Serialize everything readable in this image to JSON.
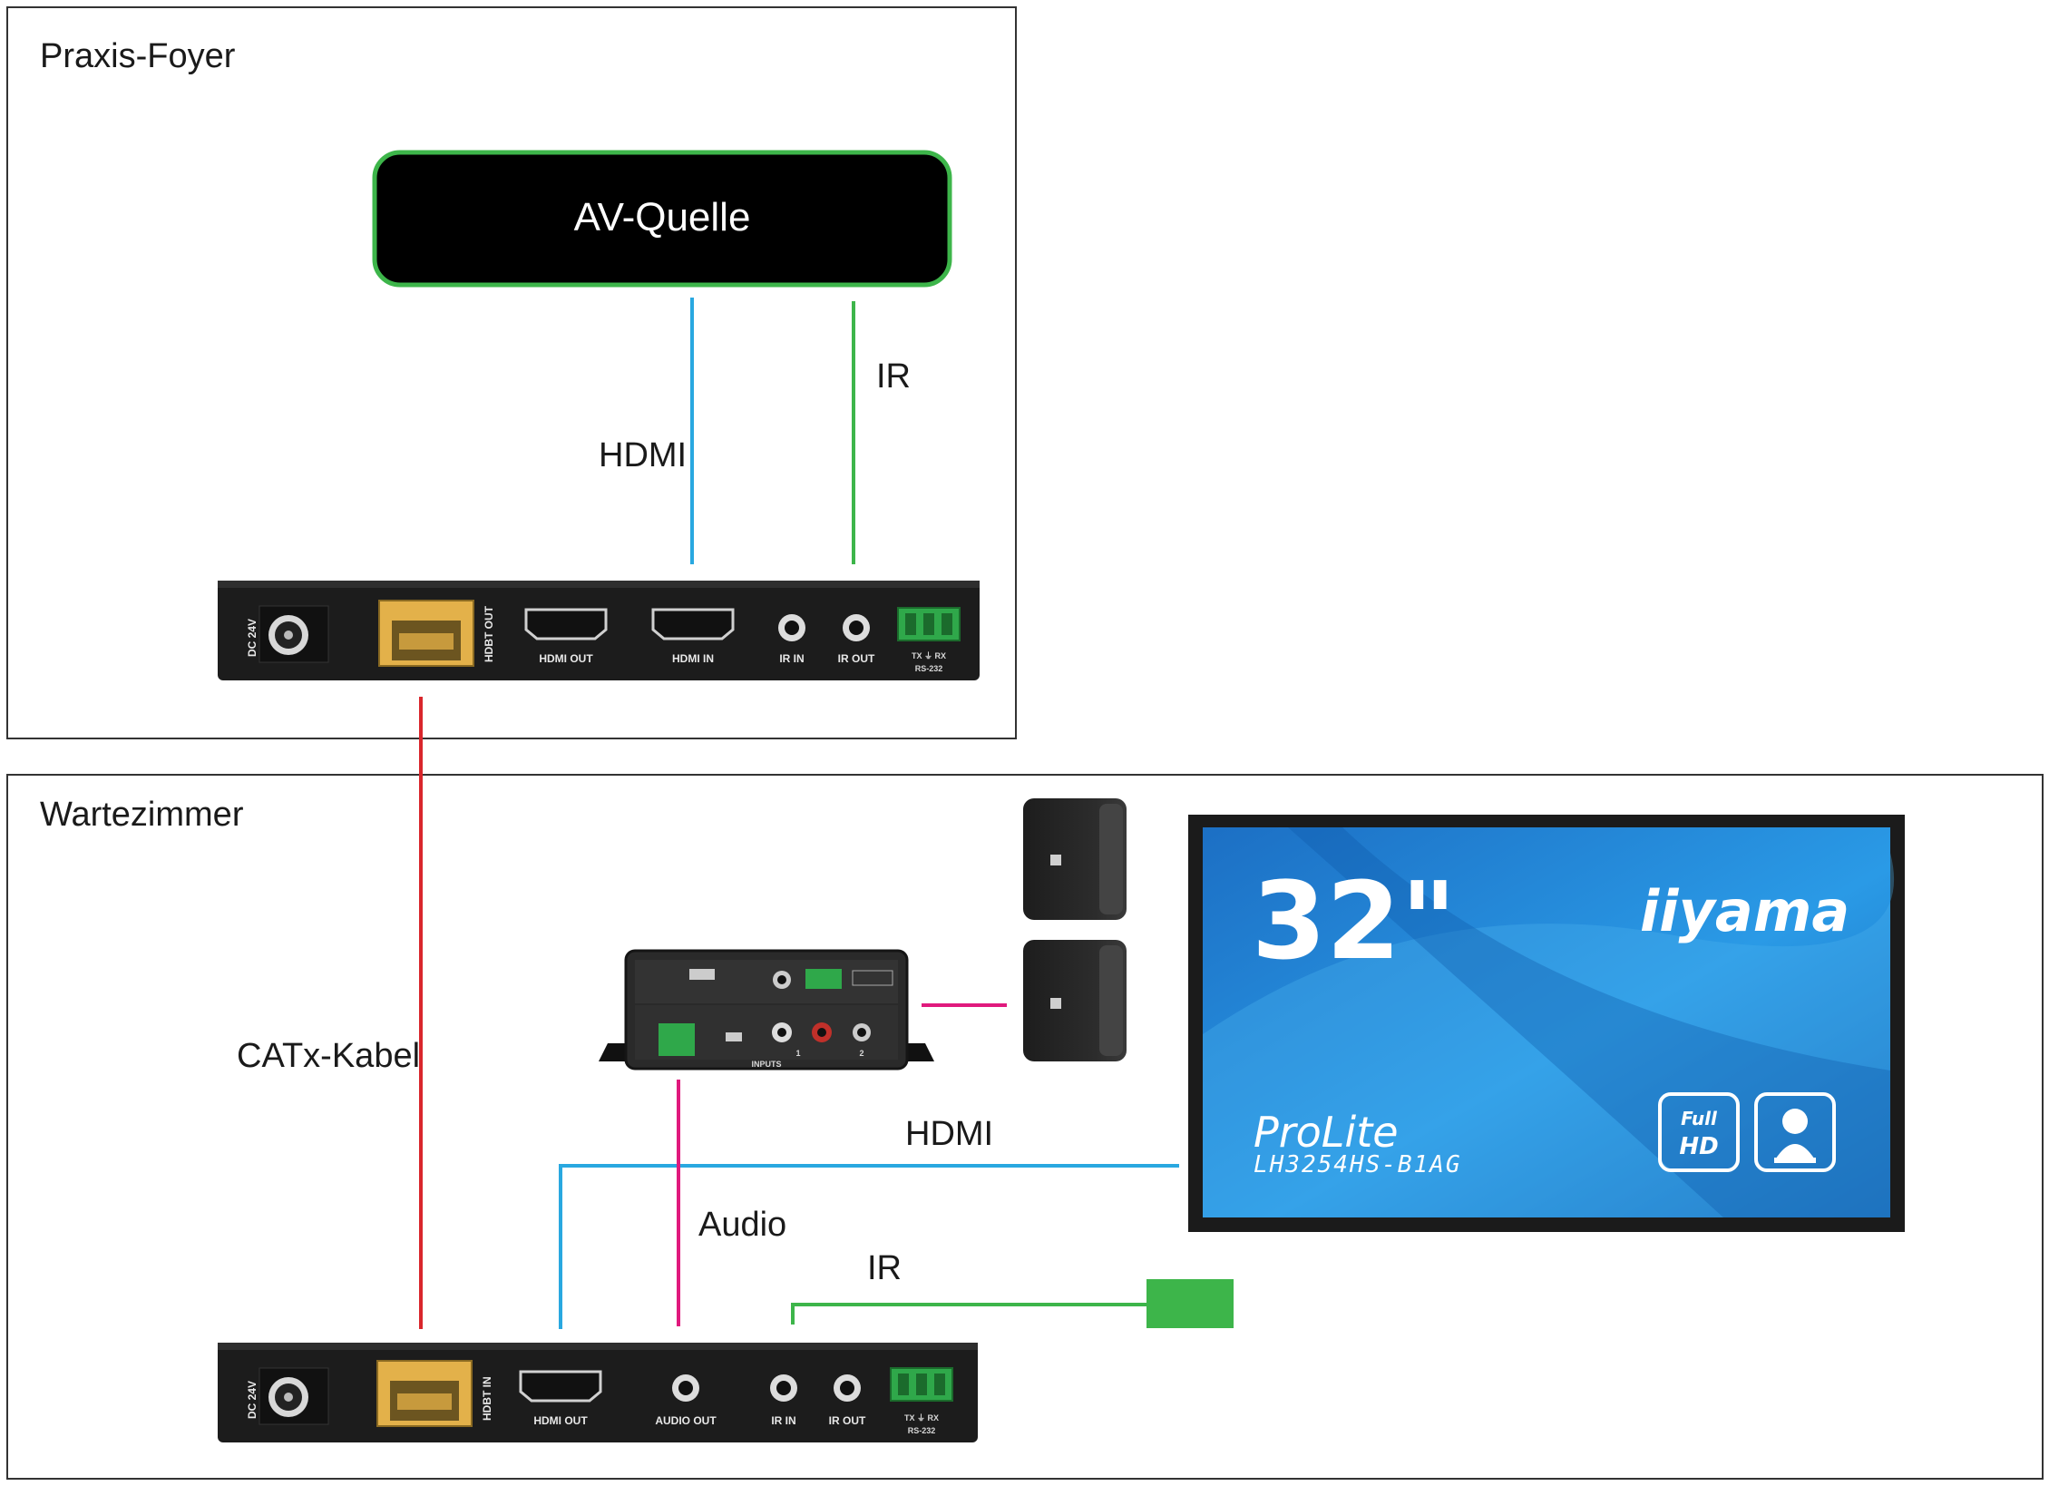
{
  "zones": {
    "foyer": "Praxis-Foyer",
    "waiting": "Wartezimmer"
  },
  "source": {
    "label": "AV-Quelle"
  },
  "cables": {
    "foyer_hdmi": "HDMI",
    "foyer_ir": "IR",
    "catx": "CATx-Kabel",
    "room_hdmi": "HDMI",
    "room_audio": "Audio",
    "room_ir": "IR"
  },
  "transmitter": {
    "dc": "DC 24V",
    "hdbt": "HDBT OUT",
    "hdmi_out": "HDMI OUT",
    "hdmi_in": "HDMI IN",
    "ir_in": "IR IN",
    "ir_out": "IR OUT",
    "rs_pins": "TX  ⏚  RX",
    "rs": "RS-232"
  },
  "receiver": {
    "dc": "DC 24V",
    "hdbt": "HDBT IN",
    "hdmi_out": "HDMI OUT",
    "audio_out": "AUDIO OUT",
    "ir_in": "IR IN",
    "ir_out": "IR OUT",
    "rs_pins": "TX  ⏚  RX",
    "rs": "RS-232"
  },
  "amplifier": {
    "inputs": "INPUTS",
    "in1": "1",
    "in2": "2"
  },
  "monitor": {
    "size": "32\"",
    "brand": "iiyama",
    "series": "ProLite",
    "model": "LH3254HS-B1AG",
    "badge_top": "Full",
    "badge_bottom": "HD"
  },
  "colors": {
    "hdmi": "#29a8e0",
    "ir": "#3db54a",
    "catx": "#d9262c",
    "audio": "#e0197d",
    "source_border": "#3db54a",
    "monitor_screen": "#1a7fd0"
  }
}
